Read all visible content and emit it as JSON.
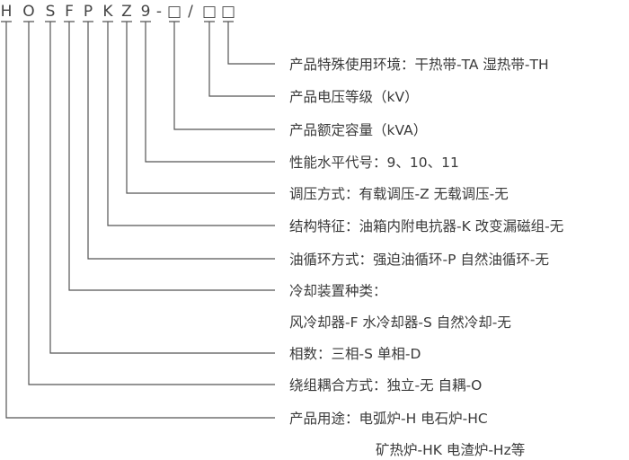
{
  "model_code": [
    "H",
    "O",
    "S",
    "F",
    "P",
    "K",
    "Z",
    "9",
    "-",
    "□",
    "/",
    "□",
    "□"
  ],
  "descriptions": [
    "产品特殊使用环境：干热带-TA  湿热带-TH",
    "产品电压等级（kV）",
    "产品额定容量（kVA）",
    "性能水平代号：9、10、11",
    "调压方式：有载调压-Z  无载调压-无",
    "结构特征：油箱内附电抗器-K  改变漏磁组-无",
    "油循环方式：强迫油循环-P  自然油循环-无",
    "冷却装置种类：",
    "风冷却器-F  水冷却器-S  自然冷却-无",
    "相数：三相-S  单相-D",
    "绕组耦合方式：独立-无  自耦-O",
    "产品用途：电弧炉-H  电石炉-HC",
    "矿热炉-HK  电渣炉-Hz等"
  ]
}
